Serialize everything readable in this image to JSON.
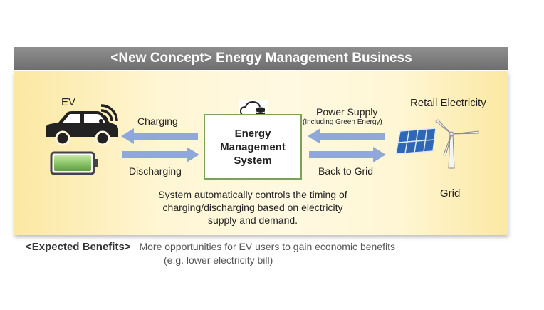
{
  "header": {
    "title": "<New Concept> Energy Management Business"
  },
  "ev": {
    "label": "EV"
  },
  "flows": {
    "charging": "Charging",
    "discharging": "Discharging",
    "power_supply": "Power Supply",
    "power_supply_note": "(Including Green Energy)",
    "back_to_grid": "Back to Grid"
  },
  "ems": {
    "label": "Energy\nManagement\nSystem"
  },
  "retail": {
    "label": "Retail Electricity",
    "grid_label": "Grid"
  },
  "description": "System automatically controls the timing of\ncharging/discharging based on electricity\nsupply and demand.",
  "benefits": {
    "heading": "<Expected Benefits>",
    "line1": "More opportunities for EV users to gain economic benefits",
    "line2": "(e.g. lower electricity bill)"
  },
  "colors": {
    "arrow": "#8fa8d8",
    "ems_border": "#7aa25b",
    "battery": "#8cc56a",
    "solar": "#2f67b8"
  }
}
